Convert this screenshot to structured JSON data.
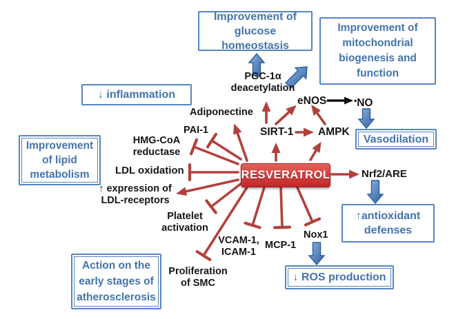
{
  "colors": {
    "box_border": "#5585c0",
    "box_text": "#4373ad",
    "red_arrow": "#b2413c",
    "black_arrow": "#111111",
    "blue_arrow_light": "#8fb4e3",
    "blue_arrow_dark": "#2e5f9e",
    "blue_arrow_border": "#2c5d99",
    "resveratrol_red": "#c1282b"
  },
  "center": {
    "label": "RESVERATROL"
  },
  "outcome_boxes": {
    "glucose": "Improvement of\nglucose homeostasis",
    "mitochondrial": "Improvement of\nmitochondrial\nbiogenesis and\nfunction",
    "inflammation": "↓ inflammation",
    "lipid": "Improvement\nof lipid\nmetabolism",
    "atherosclerosis": "Action on the\nearly stages of\natherosclerosis",
    "vasodilation": "Vasodilation",
    "antioxidant": "↑antioxidant\ndefenses",
    "ros": "↓ ROS production"
  },
  "nodes": {
    "pgc1a": "PGC-1α\ndeacetylation",
    "adiponectine": "Adiponectine",
    "pai1": "PAI-1",
    "hmgcoa": "HMG-CoA\nreductase",
    "ldl_oxidation": "LDL oxidation",
    "ldl_receptors": "↑ expression of\nLDL-receptors",
    "platelet": "Platelet\nactivation",
    "smc_proliferation": "Proliferation\nof SMC",
    "vcam_icam": "VCAM-1,\nICAM-1",
    "mcp1": "MCP-1",
    "nox1": "Nox1",
    "sirt1": "SIRT-1",
    "ampk": "AMPK",
    "enos": "eNOS",
    "no_radical_dot": "•",
    "no": "NO",
    "nrf2_are": "Nrf2/ARE"
  }
}
